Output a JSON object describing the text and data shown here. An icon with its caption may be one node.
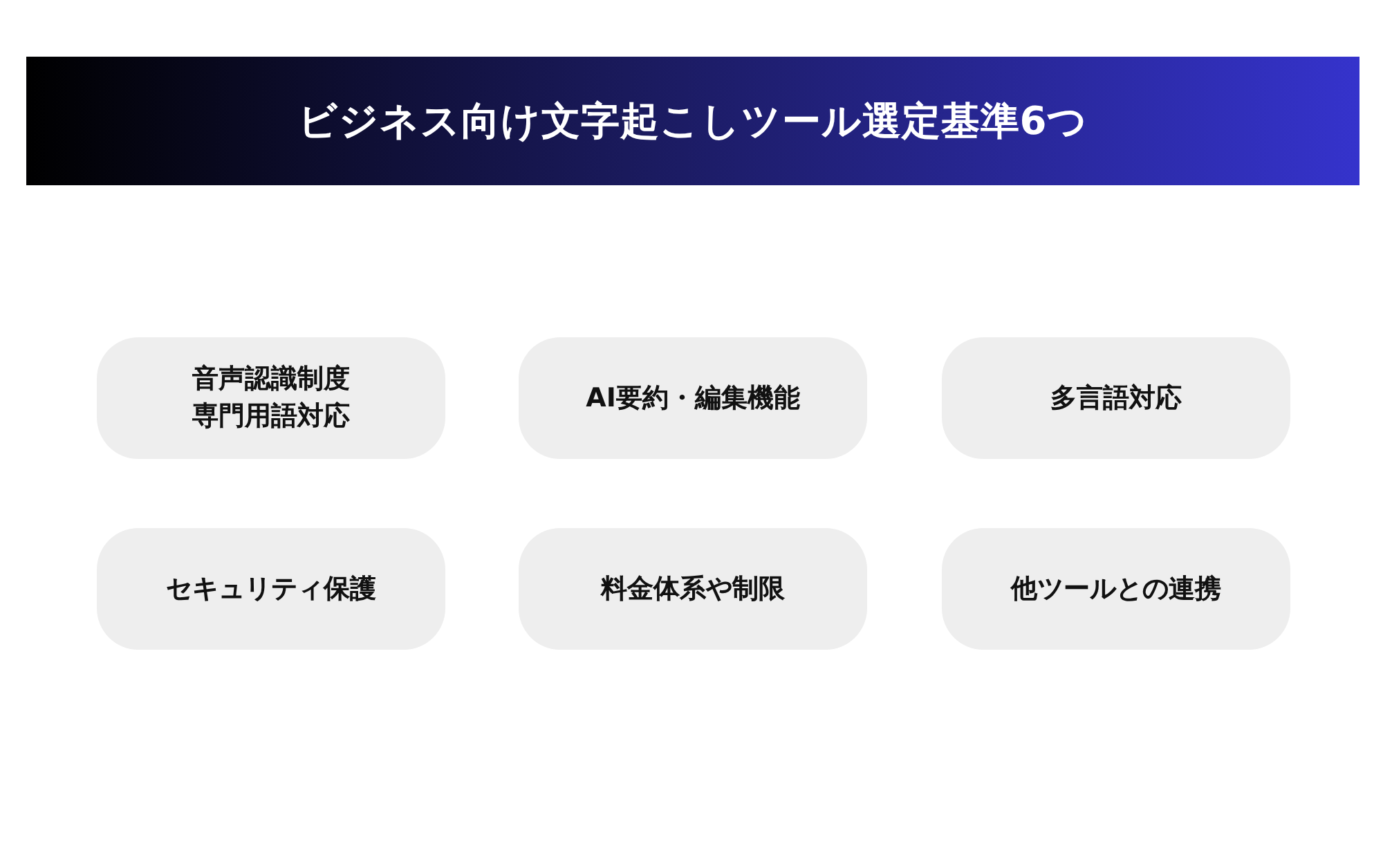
{
  "diagram": {
    "title": "ビジネス向け文字起こしツール選定基準6つ",
    "nodes": [
      {
        "text": [
          "音声認識制度専門用語対応"
        ]
      },
      {
        "text": [
          "AI要約・編集機能"
        ]
      },
      {
        "text": [
          "多言語対応"
        ]
      },
      {
        "text": [
          "セキュリティ保護"
        ]
      },
      {
        "text": [
          "料金体系や制限"
        ]
      },
      {
        "text": [
          "他ツールとの連携"
        ]
      }
    ]
  }
}
